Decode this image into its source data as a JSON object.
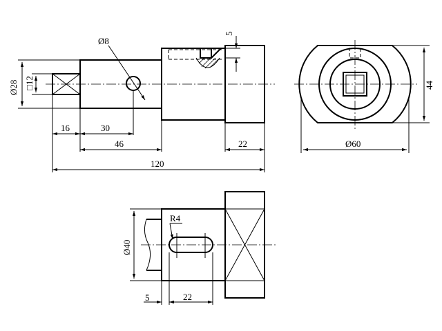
{
  "dimensions": {
    "d_hole": "Ø8",
    "d_shaft": "Ø28",
    "d_square": "□12",
    "slot_depth": "5",
    "len_16": "16",
    "len_30": "30",
    "len_46": "46",
    "len_22": "22",
    "len_total": "120",
    "d_flange": "Ø60",
    "h_flat": "44",
    "radius": "R4",
    "d_body": "Ø40",
    "off_5": "5",
    "slot_len": "22"
  }
}
